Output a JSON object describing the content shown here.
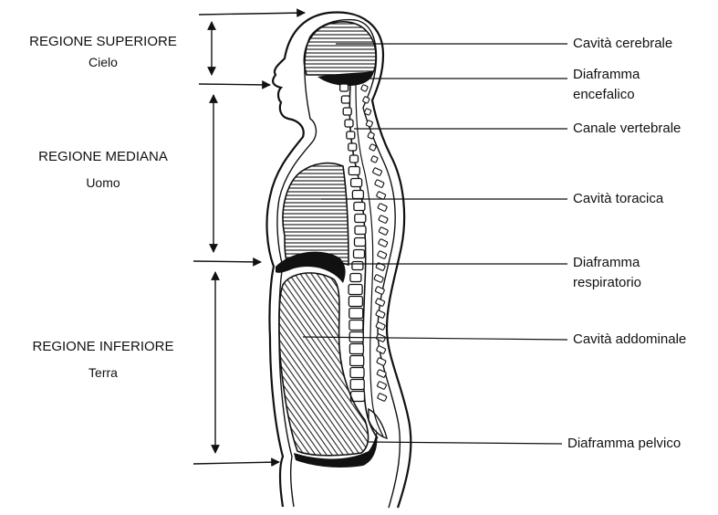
{
  "regions": [
    {
      "title": "REGIONE SUPERIORE",
      "subtitle": "Cielo"
    },
    {
      "title": "REGIONE MEDIANA",
      "subtitle": "Uomo"
    },
    {
      "title": "REGIONE INFERIORE",
      "subtitle": "Terra"
    }
  ],
  "labels": [
    {
      "line1": "Cavità cerebrale",
      "line2": ""
    },
    {
      "line1": "Diaframma",
      "line2": "encefalico"
    },
    {
      "line1": "Canale vertebrale",
      "line2": ""
    },
    {
      "line1": "Cavità toracica",
      "line2": ""
    },
    {
      "line1": "Diaframma",
      "line2": "respiratorio"
    },
    {
      "line1": "Cavità addominale",
      "line2": ""
    },
    {
      "line1": "Diaframma pelvico",
      "line2": ""
    }
  ],
  "colors": {
    "ink": "#111111",
    "background": "#ffffff"
  }
}
